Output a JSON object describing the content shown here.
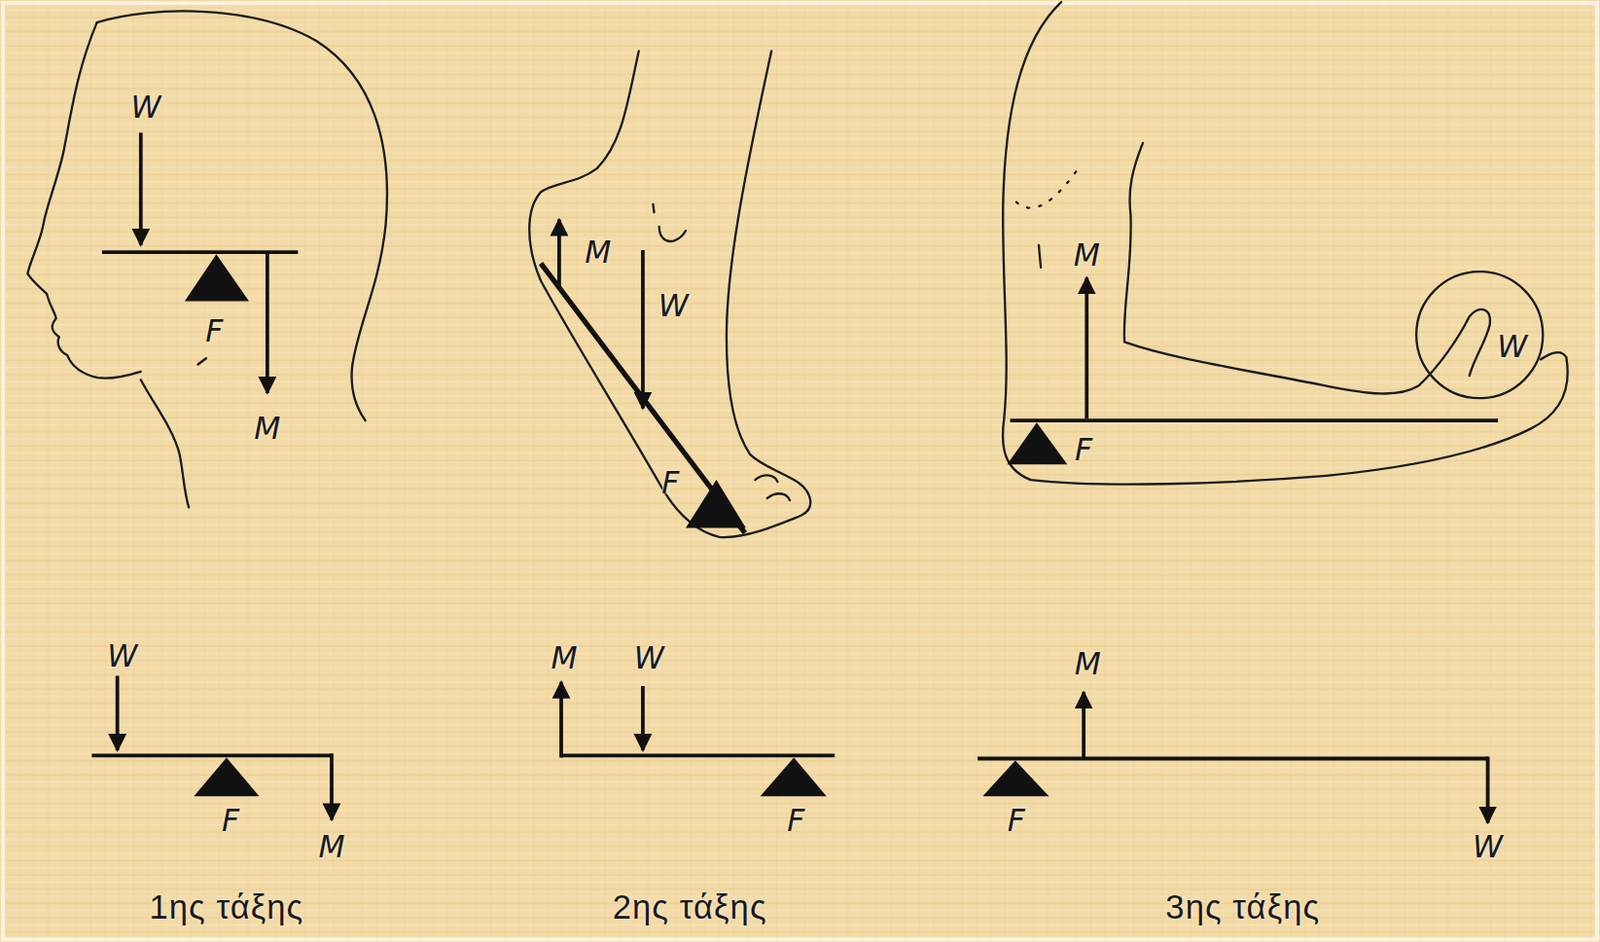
{
  "diagram": {
    "labels": [
      "W",
      "F",
      "M",
      "M",
      "W",
      "F",
      "M",
      "W",
      "F",
      "W",
      "F",
      "M",
      "M",
      "W",
      "F",
      "M",
      "F",
      "W",
      "1ης τάξης",
      "2ης τάξης",
      "3ης τάξης"
    ]
  }
}
